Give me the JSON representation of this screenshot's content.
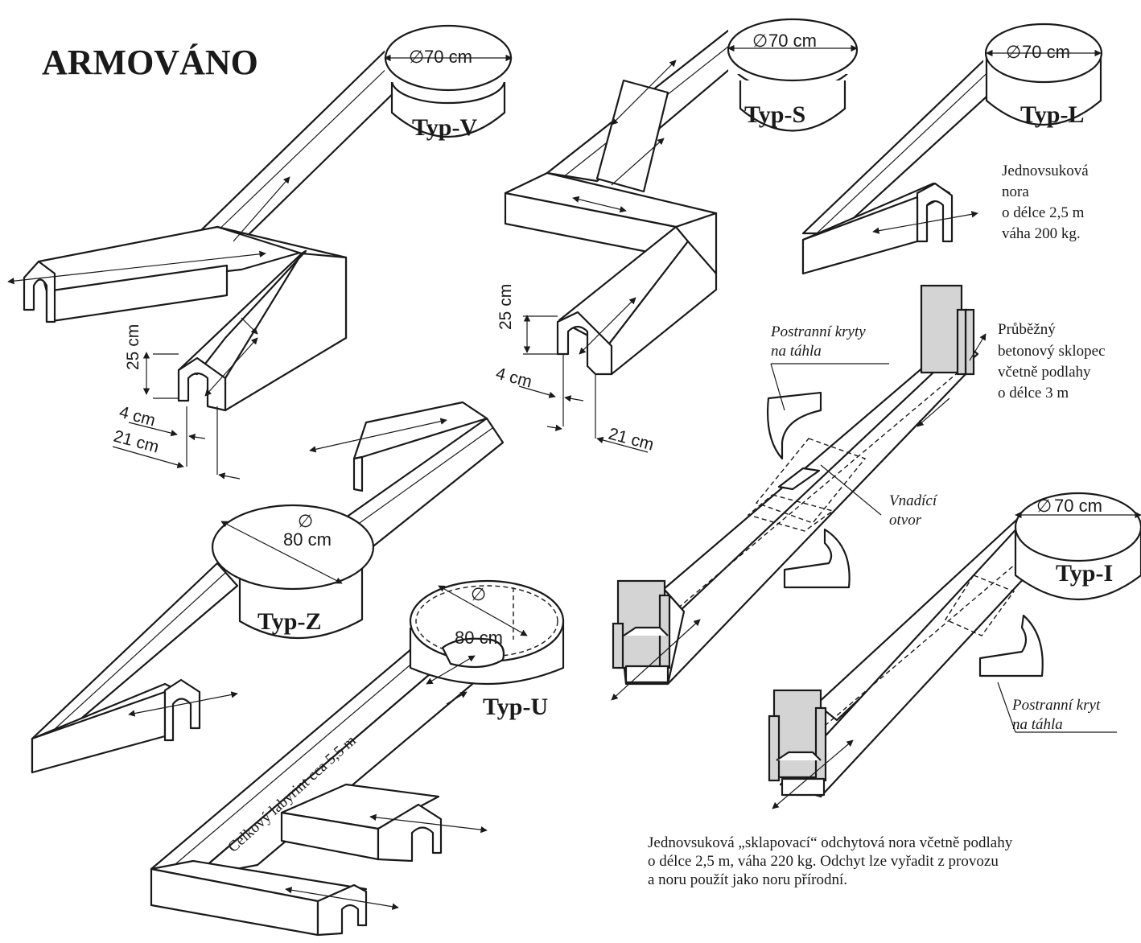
{
  "title": "ARMOVÁNO",
  "diameter_symbol": "∅",
  "units": {
    "d70": "70 cm",
    "d80": "80 cm",
    "h25": "25 cm",
    "w4": "4 cm",
    "w21": "21 cm"
  },
  "types": {
    "v": "Typ-V",
    "s": "Typ-S",
    "l": "Typ-L",
    "z": "Typ-Z",
    "u": "Typ-U",
    "i": "Typ-I"
  },
  "notes": {
    "l_desc": [
      "Jednovsuková",
      "nora",
      "o délce 2,5 m",
      "váha 200 kg."
    ],
    "sklopec": [
      "Průběžný",
      "betonový sklopec",
      "včetně podlahy",
      "o délce 3 m"
    ],
    "kryty": [
      "Postranní kryty",
      "na táhla"
    ],
    "otvor": [
      "Vnadící",
      "otvor"
    ],
    "kryt": [
      "Postranní kryt",
      "na táhla"
    ],
    "labyrint": "Celkový labyrint cca 5,5 m",
    "footer": [
      "Jednovsuková „sklapovací“ odchytová nora včetně podlahy",
      "o délce 2,5 m, váha 220 kg. Odchyt lze vyřadit z provozu",
      "a noru použít jako noru přírodní."
    ]
  },
  "colors": {
    "stroke": "#1a1a1a",
    "plate": "#d4d4d4",
    "background": "#ffffff"
  }
}
